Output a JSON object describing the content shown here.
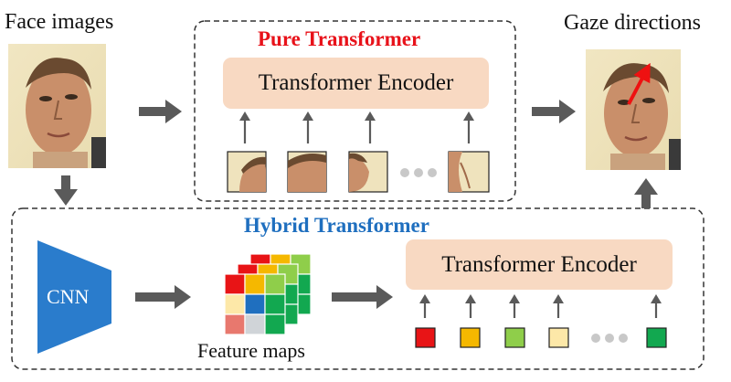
{
  "labels": {
    "face_images": "Face images",
    "gaze_directions": "Gaze directions",
    "feature_maps": "Feature maps"
  },
  "pure": {
    "title": "Pure Transformer",
    "encoder_label": "Transformer Encoder"
  },
  "hybrid": {
    "title": "Hybrid Transformer",
    "encoder_label": "Transformer Encoder",
    "cnn_label": "CNN"
  },
  "colors": {
    "title_red": "#e8121a",
    "title_blue": "#1f6fbf",
    "encoder_fill": "#f8d9c2",
    "cnn_fill": "#2a7ccc",
    "arrow_gray": "#5a5a5a",
    "gaze_arrow": "#ee1111",
    "token_red": "#e81416",
    "token_orange": "#f5b800",
    "token_green_light": "#8fce4a",
    "token_cream": "#fde8a8",
    "token_green_dark": "#12a850"
  }
}
